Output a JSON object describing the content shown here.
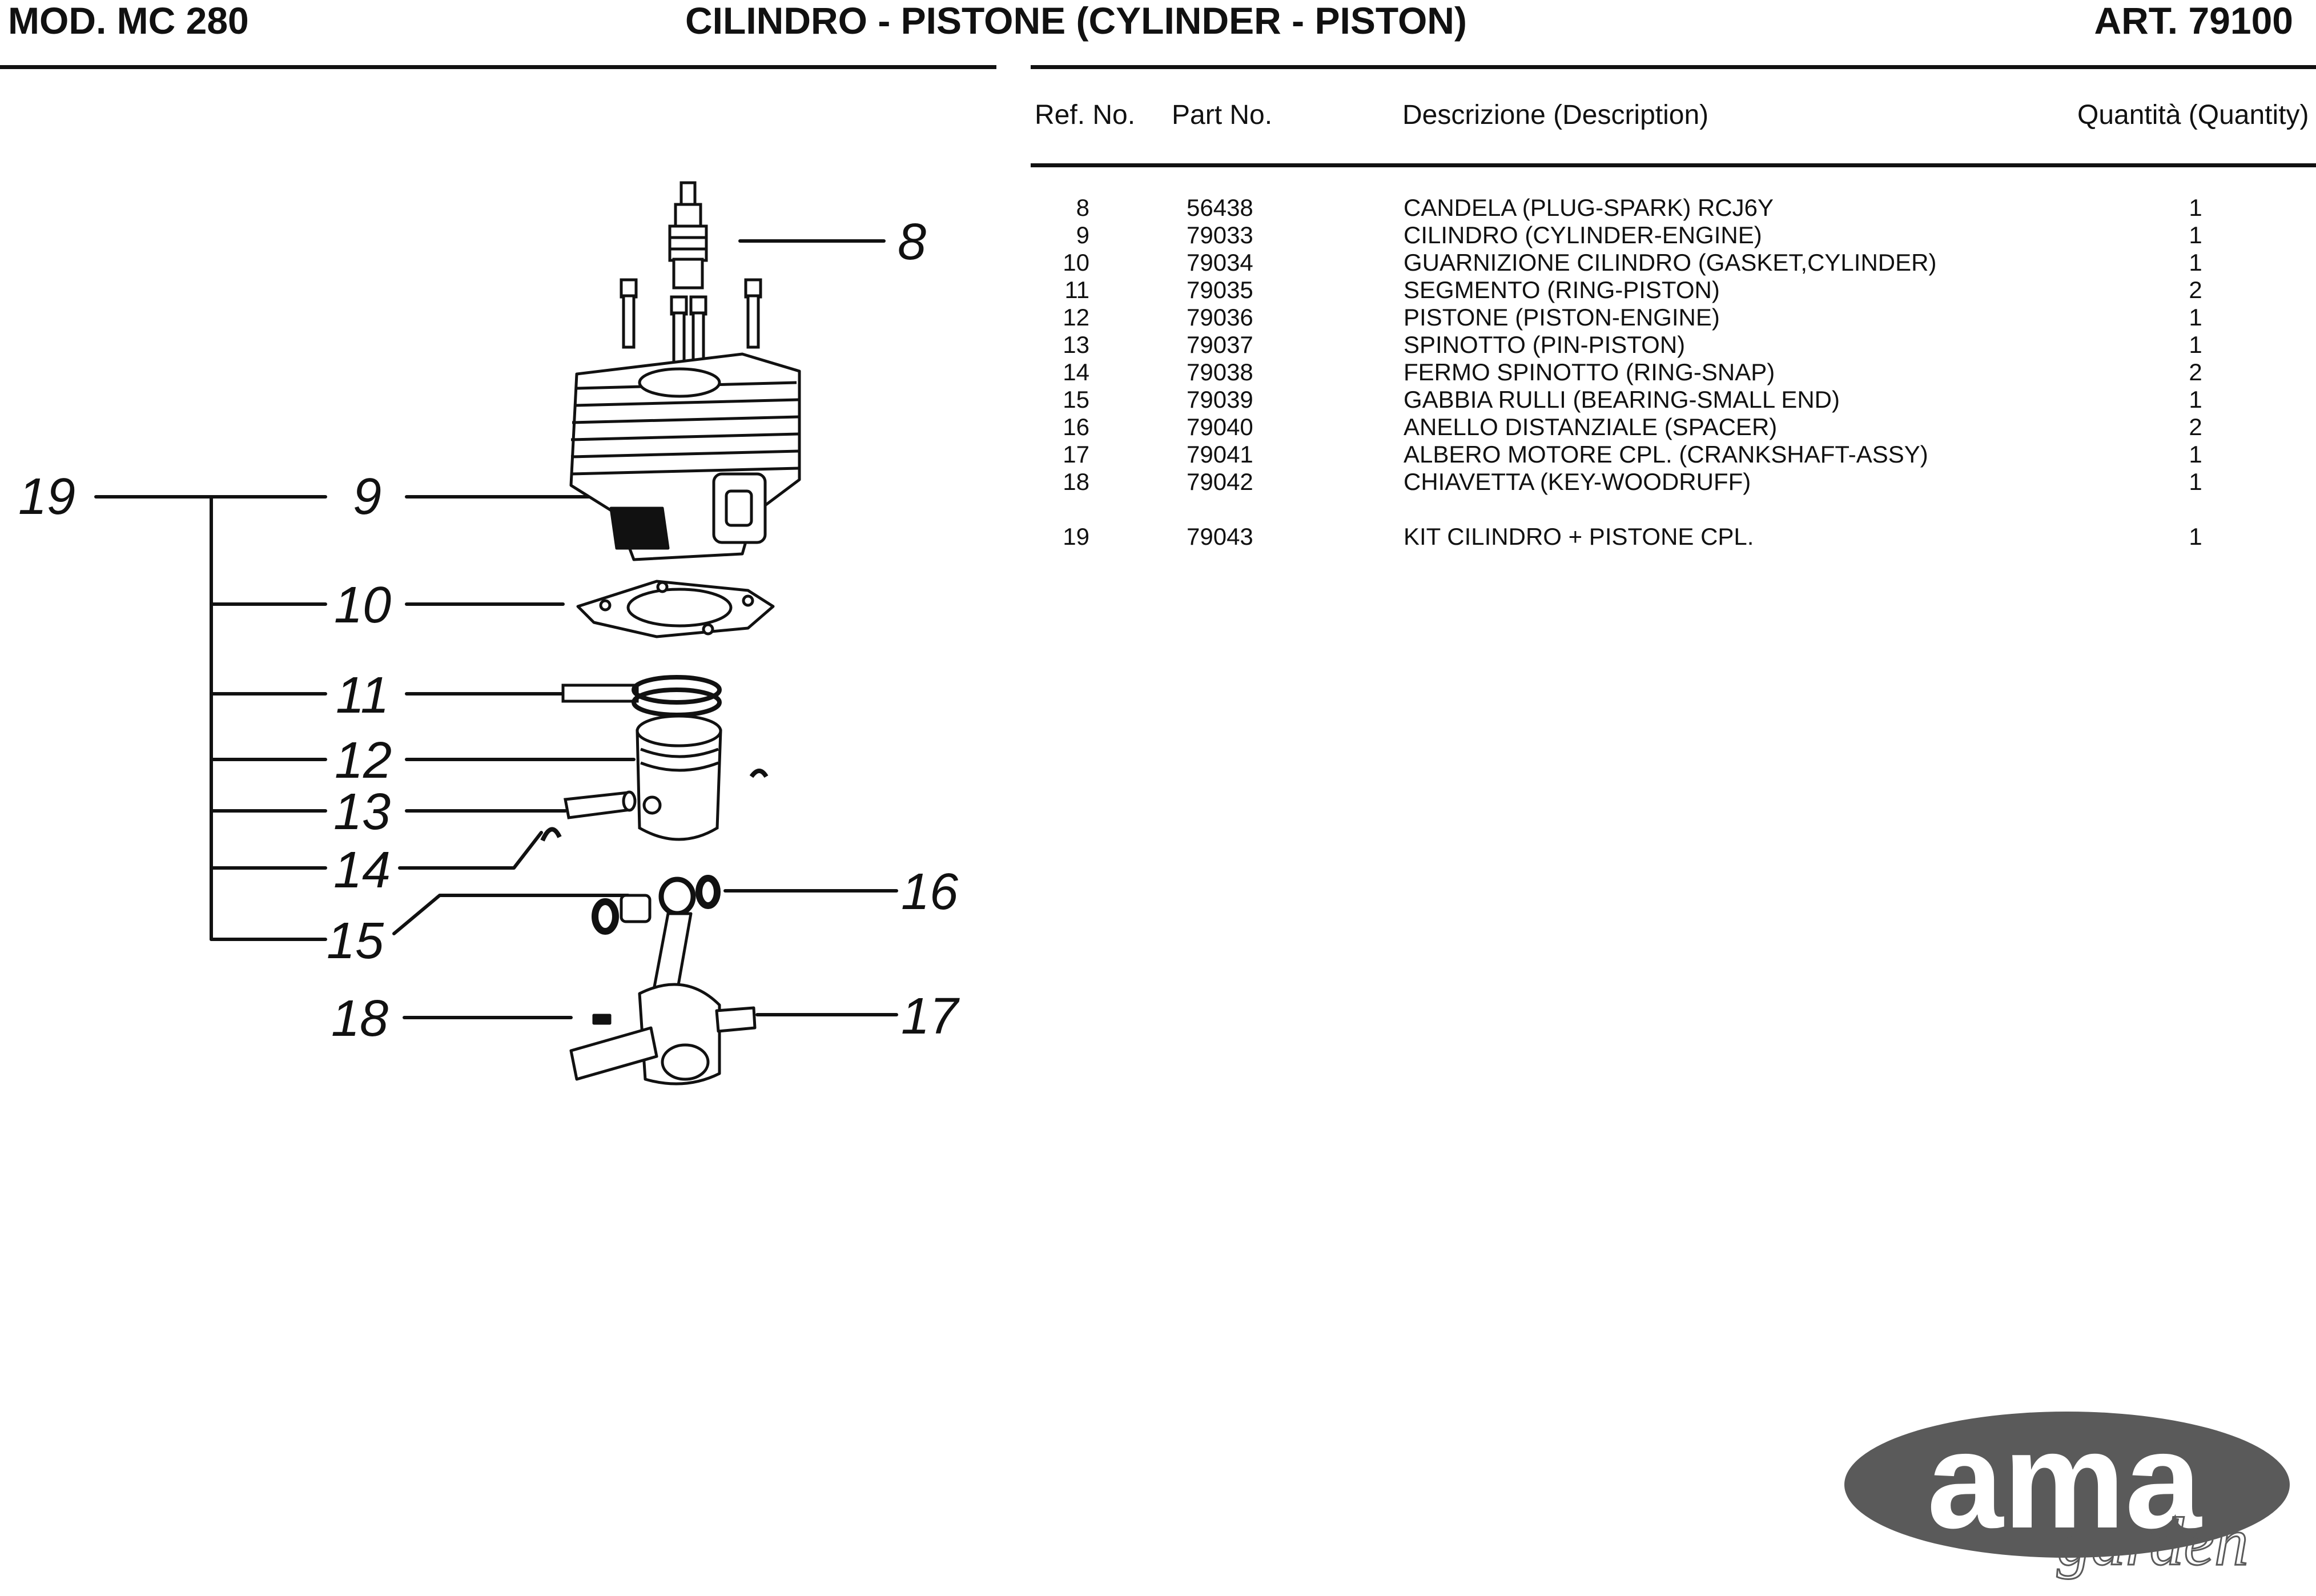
{
  "header": {
    "model": "MOD. MC 280",
    "title": "CILINDRO - PISTONE (CYLINDER - PISTON)",
    "article": "ART. 79100"
  },
  "table": {
    "columns": {
      "ref": "Ref. No.",
      "part": "Part No.",
      "desc": "Descrizione (Description)",
      "qty": "Quantità (Quantity)"
    },
    "rows": [
      {
        "ref": "8",
        "part": "56438",
        "desc": "CANDELA (PLUG-SPARK) RCJ6Y",
        "qty": "1"
      },
      {
        "ref": "9",
        "part": "79033",
        "desc": "CILINDRO (CYLINDER-ENGINE)",
        "qty": "1"
      },
      {
        "ref": "10",
        "part": "79034",
        "desc": "GUARNIZIONE CILINDRO (GASKET,CYLINDER)",
        "qty": "1"
      },
      {
        "ref": "11",
        "part": "79035",
        "desc": "SEGMENTO (RING-PISTON)",
        "qty": "2"
      },
      {
        "ref": "12",
        "part": "79036",
        "desc": "PISTONE (PISTON-ENGINE)",
        "qty": "1"
      },
      {
        "ref": "13",
        "part": "79037",
        "desc": "SPINOTTO (PIN-PISTON)",
        "qty": "1"
      },
      {
        "ref": "14",
        "part": "79038",
        "desc": "FERMO SPINOTTO (RING-SNAP)",
        "qty": "2"
      },
      {
        "ref": "15",
        "part": "79039",
        "desc": "GABBIA RULLI (BEARING-SMALL END)",
        "qty": "1"
      },
      {
        "ref": "16",
        "part": "79040",
        "desc": "ANELLO DISTANZIALE (SPACER)",
        "qty": "2"
      },
      {
        "ref": "17",
        "part": "79041",
        "desc": "ALBERO MOTORE CPL. (CRANKSHAFT-ASSY)",
        "qty": "1"
      },
      {
        "ref": "18",
        "part": "79042",
        "desc": "CHIAVETTA (KEY-WOODRUFF)",
        "qty": "1"
      },
      {
        "ref": "19",
        "part": "79043",
        "desc": "KIT CILINDRO + PISTONE CPL.",
        "qty": "1"
      }
    ]
  },
  "diagram": {
    "callouts": [
      "8",
      "9",
      "10",
      "11",
      "12",
      "13",
      "14",
      "15",
      "16",
      "17",
      "18",
      "19"
    ]
  },
  "logo": {
    "brand": "ama",
    "sub": "garden",
    "color": "#5a5a5a"
  }
}
